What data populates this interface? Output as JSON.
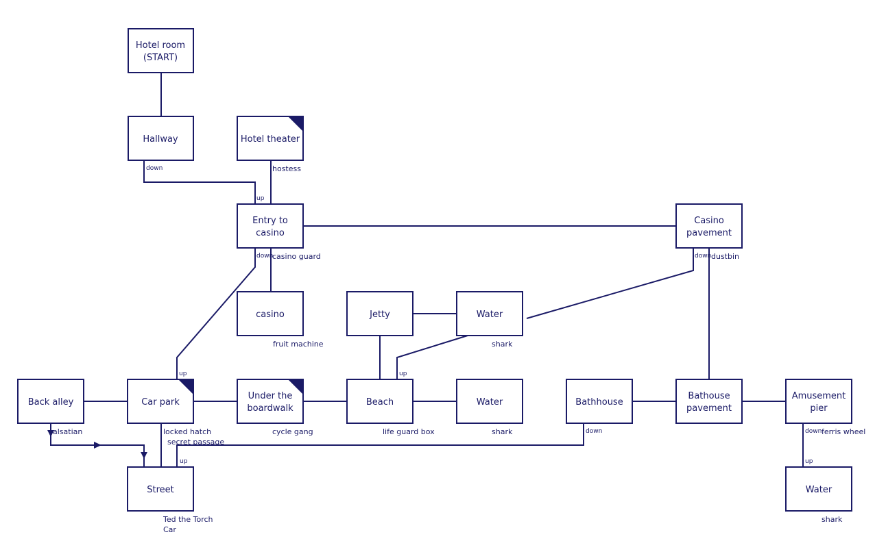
{
  "colors": {
    "ink": "#1a1a66",
    "background": "#ffffff"
  },
  "rooms": [
    {
      "id": "hotel_room",
      "lines": [
        "Hotel room",
        "(START)"
      ]
    },
    {
      "id": "hallway",
      "lines": [
        "Hallway"
      ]
    },
    {
      "id": "hotel_theater",
      "lines": [
        "Hotel theater"
      ],
      "corner_marker": true
    },
    {
      "id": "entry_casino",
      "lines": [
        "Entry to",
        "casino"
      ]
    },
    {
      "id": "casino_pavement",
      "lines": [
        "Casino",
        "pavement"
      ]
    },
    {
      "id": "casino",
      "lines": [
        "casino"
      ]
    },
    {
      "id": "jetty",
      "lines": [
        "Jetty"
      ]
    },
    {
      "id": "water_top",
      "lines": [
        "Water"
      ]
    },
    {
      "id": "back_alley",
      "lines": [
        "Back alley"
      ]
    },
    {
      "id": "car_park",
      "lines": [
        "Car park"
      ],
      "corner_marker": true
    },
    {
      "id": "under_boardwalk",
      "lines": [
        "Under the",
        "boardwalk"
      ],
      "corner_marker": true
    },
    {
      "id": "beach",
      "lines": [
        "Beach"
      ]
    },
    {
      "id": "water_mid",
      "lines": [
        "Water"
      ]
    },
    {
      "id": "bathhouse",
      "lines": [
        "Bathhouse"
      ]
    },
    {
      "id": "bathhouse_pavement",
      "lines": [
        "Bathouse",
        "pavement"
      ]
    },
    {
      "id": "amusement_pier",
      "lines": [
        "Amusement",
        "pier"
      ]
    },
    {
      "id": "street",
      "lines": [
        "Street"
      ]
    },
    {
      "id": "water_bottom",
      "lines": [
        "Water"
      ]
    }
  ],
  "notes": [
    {
      "id": "hostess",
      "text": "hostess"
    },
    {
      "id": "casino_guard",
      "text": "casino guard"
    },
    {
      "id": "dustbin",
      "text": "dustbin"
    },
    {
      "id": "fruit_machine",
      "text": "fruit machine"
    },
    {
      "id": "shark_top",
      "text": "shark"
    },
    {
      "id": "alsatian",
      "text": "alsatian"
    },
    {
      "id": "locked_hatch",
      "text": "locked hatch"
    },
    {
      "id": "secret_passage",
      "text": "secret passage"
    },
    {
      "id": "cycle_gang",
      "text": "cycle gang"
    },
    {
      "id": "life_guard_box",
      "text": "life guard box"
    },
    {
      "id": "shark_mid",
      "text": "shark"
    },
    {
      "id": "ferris_wheel",
      "text": "ferris wheel"
    },
    {
      "id": "ted_the_torch",
      "text": "Ted the Torch"
    },
    {
      "id": "car",
      "text": "Car"
    },
    {
      "id": "shark_bottom",
      "text": "shark"
    }
  ],
  "directions": {
    "hallway_down": "down",
    "entry_up": "up",
    "entry_down": "down",
    "casino_pavement_down": "down",
    "car_park_up": "up",
    "beach_up": "up",
    "bathhouse_down": "down",
    "street_up": "up",
    "amusement_pier_down": "down",
    "water_bottom_up": "up"
  }
}
